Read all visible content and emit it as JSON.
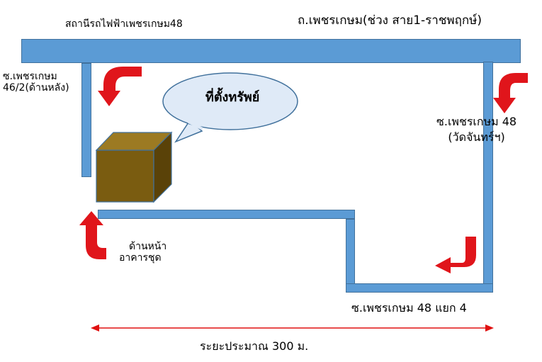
{
  "labels": {
    "station": "สถานีรถไฟฟ้าเพชรเกษม48",
    "main_road": "ถ.เพชรเกษม(ช่วง สาย1-ราชพฤกษ์)",
    "soi_46_line1": "ซ.เพชรเกษม",
    "soi_46_line2": "46/2(ด้านหลัง)",
    "soi_48_line1": "ซ.เพชรเกษม 48",
    "soi_48_line2": "(วัดจันทร์ฯ)",
    "property": "ที่ตั้งทรัพย์",
    "front_line1": "ด้านหน้า",
    "front_line2": "อาคารชุด",
    "soi_48_4": "ซ.เพชรเกษม 48 แยก 4",
    "distance": "ระยะประมาณ 300 ม."
  },
  "colors": {
    "road": "#5b9bd5",
    "road_border": "#41719c",
    "arrow": "#e0151b",
    "building_front": "#7a5c10",
    "building_top": "#9c7a22",
    "building_side": "#5a4208",
    "callout": "#dfeaf7",
    "distance_line": "#e01010"
  }
}
